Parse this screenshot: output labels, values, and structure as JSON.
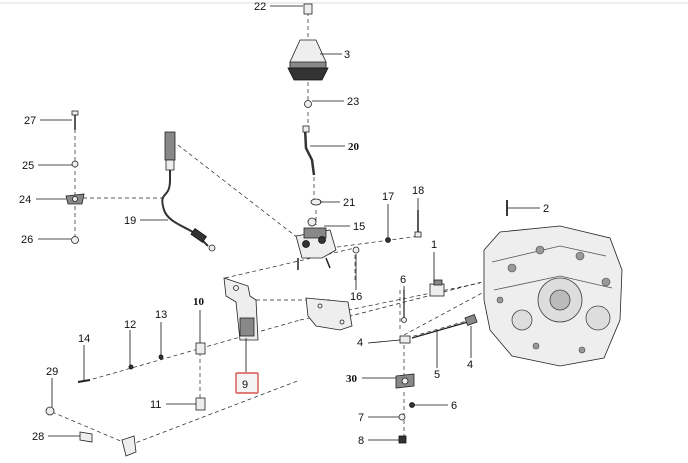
{
  "callouts": {
    "c22": "22",
    "c3": "3",
    "c23": "23",
    "c20": "20",
    "c21": "21",
    "c15": "15",
    "c17": "17",
    "c18": "18",
    "c2": "2",
    "c27": "27",
    "c25": "25",
    "c24": "24",
    "c19": "19",
    "c26": "26",
    "c16": "16",
    "c1": "1",
    "c6a": "6",
    "c10": "10",
    "c12": "12",
    "c13": "13",
    "c14": "14",
    "c9": "9",
    "c4a": "4",
    "c4b": "4",
    "c5": "5",
    "c29": "29",
    "c11": "11",
    "c30": "30",
    "c6b": "6",
    "c7": "7",
    "c8": "8",
    "c28": "28"
  },
  "highlight": {
    "selected_callout": "9",
    "color": "#d9534f"
  }
}
